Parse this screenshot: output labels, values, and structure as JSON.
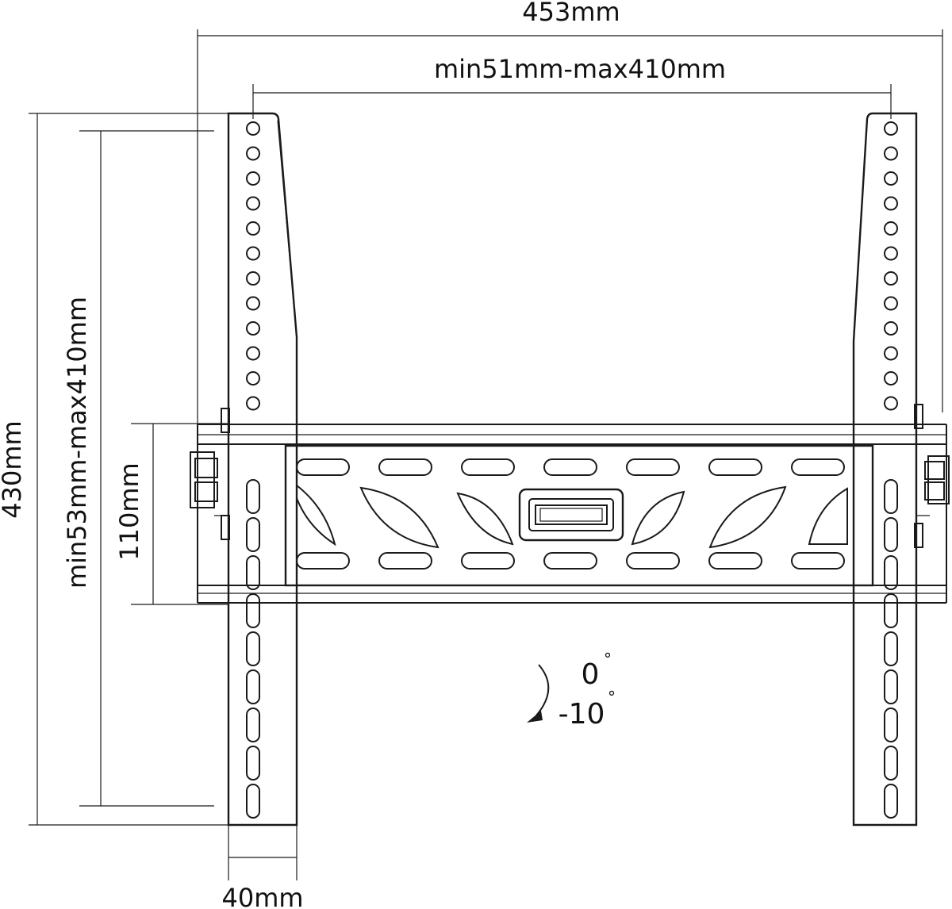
{
  "labels": {
    "overall_width": "453mm",
    "hole_spacing_horizontal": "min51mm-max410mm",
    "overall_height": "430mm",
    "hole_spacing_vertical": "min53mm-max410mm",
    "wall_plate_height": "110mm",
    "depth": "40mm",
    "tilt_max": "0",
    "tilt_min": "-10",
    "degree_symbol": "°"
  },
  "colors": {
    "line": "#1a1a1a",
    "background": "#ffffff"
  }
}
